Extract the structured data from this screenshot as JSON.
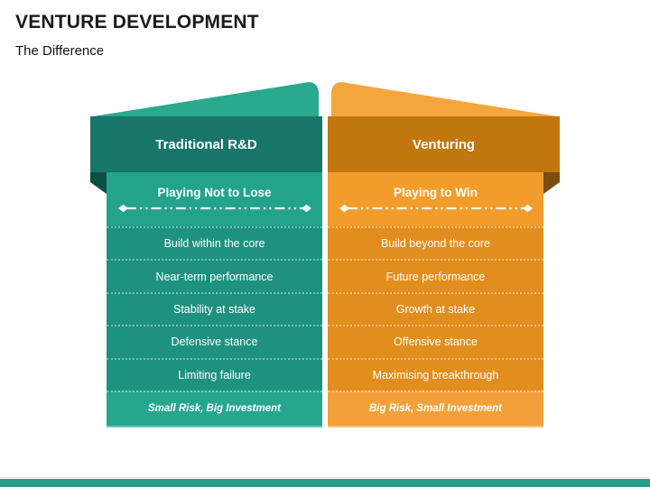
{
  "slide": {
    "title": "VENTURE DEVELOPMENT",
    "subtitle": "The Difference"
  },
  "columns": [
    {
      "header": "Traditional R&D",
      "tagline": "Playing Not to Lose",
      "rows": [
        "Build within the core",
        "Near-term performance",
        "Stability at stake",
        "Defensive stance",
        "Limiting failure"
      ],
      "footer": "Small Risk, Big Investment",
      "colors": {
        "banner_band": "#17756a",
        "banner_top": "#29a98e",
        "fold": "#0c4f44",
        "tagline_bg": "#24a38c",
        "row_bg": "#1e9280",
        "footer_bg": "#26a68f"
      }
    },
    {
      "header": "Venturing",
      "tagline": "Playing to Win",
      "rows": [
        "Build beyond the core",
        "Future performance",
        "Growth at stake",
        "Offensive stance",
        "Maximising breakthrough"
      ],
      "footer": "Big Risk, Small Investment",
      "colors": {
        "banner_band": "#c1770e",
        "banner_top": "#f4a63d",
        "fold": "#7c4d10",
        "tagline_bg": "#f29d2b",
        "row_bg": "#e28e1e",
        "footer_bg": "#f2a03a"
      }
    }
  ],
  "arrow": {
    "style": "dash-dot-dot double-headed",
    "color": "#ffffff"
  },
  "footer_bar": {
    "color": "#2a9d89",
    "rule_color": "#d9d9d9"
  }
}
